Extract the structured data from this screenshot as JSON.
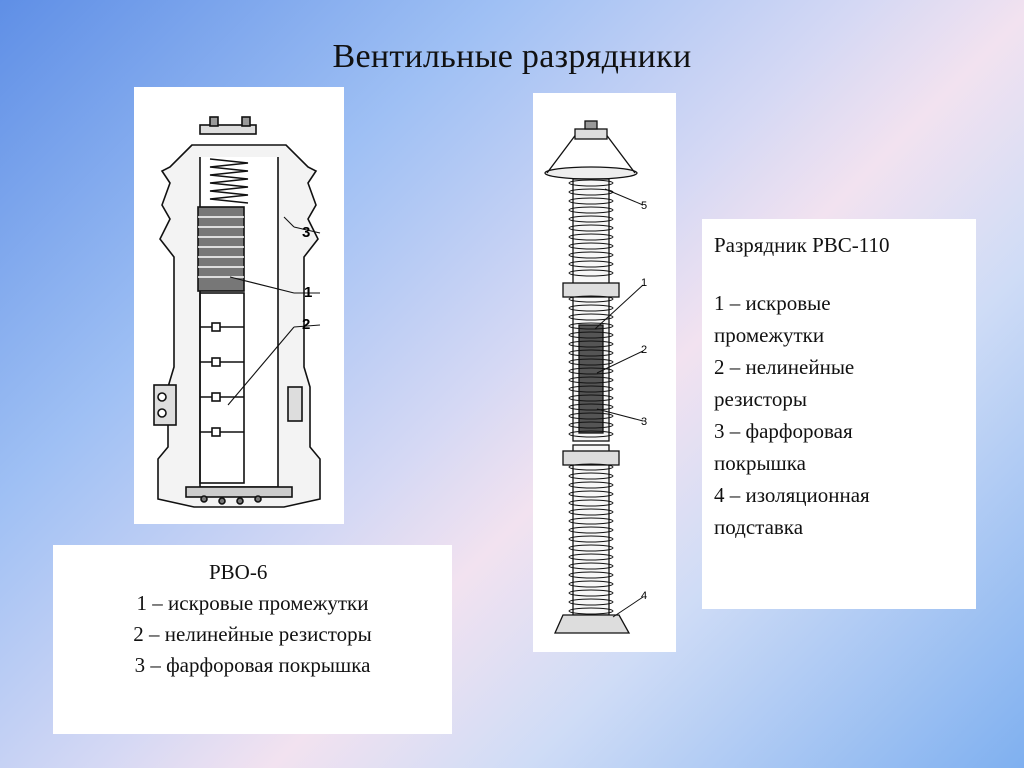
{
  "slide": {
    "title": "Вентильные разрядники"
  },
  "rvo6": {
    "heading": "РВО-6",
    "items": [
      "1 – искровые промежутки",
      "2 – нелинейные резисторы",
      "3 – фарфоровая покрышка"
    ],
    "callouts": [
      "3",
      "1",
      "2"
    ]
  },
  "rvs110": {
    "heading": "Разрядник РВС-110",
    "items": [
      "1 – искровые",
      "промежутки",
      "2 – нелинейные",
      "резисторы",
      "3 – фарфоровая",
      "покрышка",
      "4 – изоляционная",
      "подставка"
    ],
    "callouts": [
      "5",
      "1",
      "2",
      "3",
      "4"
    ]
  }
}
